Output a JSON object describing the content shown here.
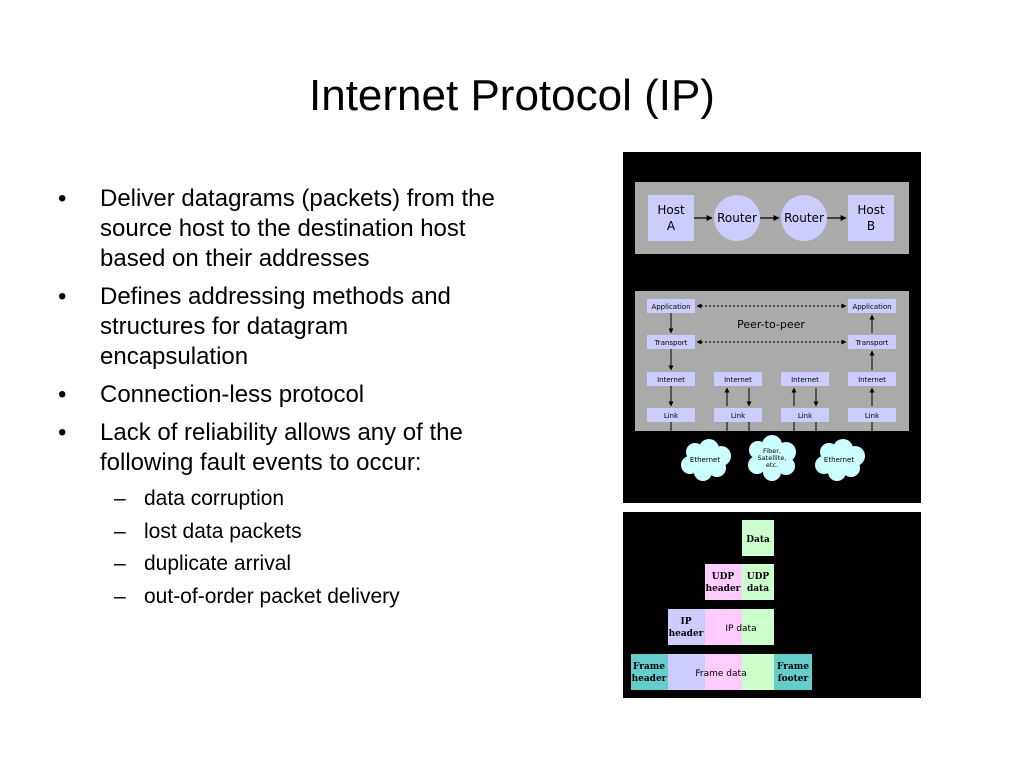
{
  "title": "Internet Protocol (IP)",
  "bullets": [
    {
      "text": "Deliver datagrams (packets) from the source host to the destination host based on their addresses"
    },
    {
      "text": "Defines addressing methods and structures for datagram encapsulation"
    },
    {
      "text": "Connection-less protocol"
    },
    {
      "text": "Lack of reliability allows any of the following fault events to occur:"
    }
  ],
  "sub_bullets": [
    "data corruption",
    "lost data packets",
    "duplicate arrival",
    "out-of-order packet delivery"
  ],
  "bullet_glyph": "•",
  "sub_glyph": "–",
  "network_diagram": {
    "host_a": [
      "Host",
      "A"
    ],
    "router_1": "Router",
    "router_2": "Router",
    "host_b": [
      "Host",
      "B"
    ],
    "peer_to_peer": "Peer-to-peer",
    "application": "Application",
    "transport": "Transport",
    "internet": "Internet",
    "link": "Link",
    "cloud_1": "Ethernet",
    "cloud_2": [
      "Fiber,",
      "Satellite,",
      "etc."
    ],
    "cloud_3": "Ethernet"
  },
  "encapsulation_diagram": {
    "data": "Data",
    "udp_header": [
      "UDP",
      "header"
    ],
    "udp_data": [
      "UDP",
      "data"
    ],
    "ip_header": [
      "IP",
      "header"
    ],
    "ip_data": "IP data",
    "frame_header": [
      "Frame",
      "header"
    ],
    "frame_data": "Frame data",
    "frame_footer": [
      "Frame",
      "footer"
    ]
  },
  "colors": {
    "panel": "#a9aaa9",
    "box": "#ccccff",
    "cloud": "#ccffff",
    "data": "#ccffcc",
    "udp_header": "#ffccff",
    "frame": "#66cccc"
  }
}
